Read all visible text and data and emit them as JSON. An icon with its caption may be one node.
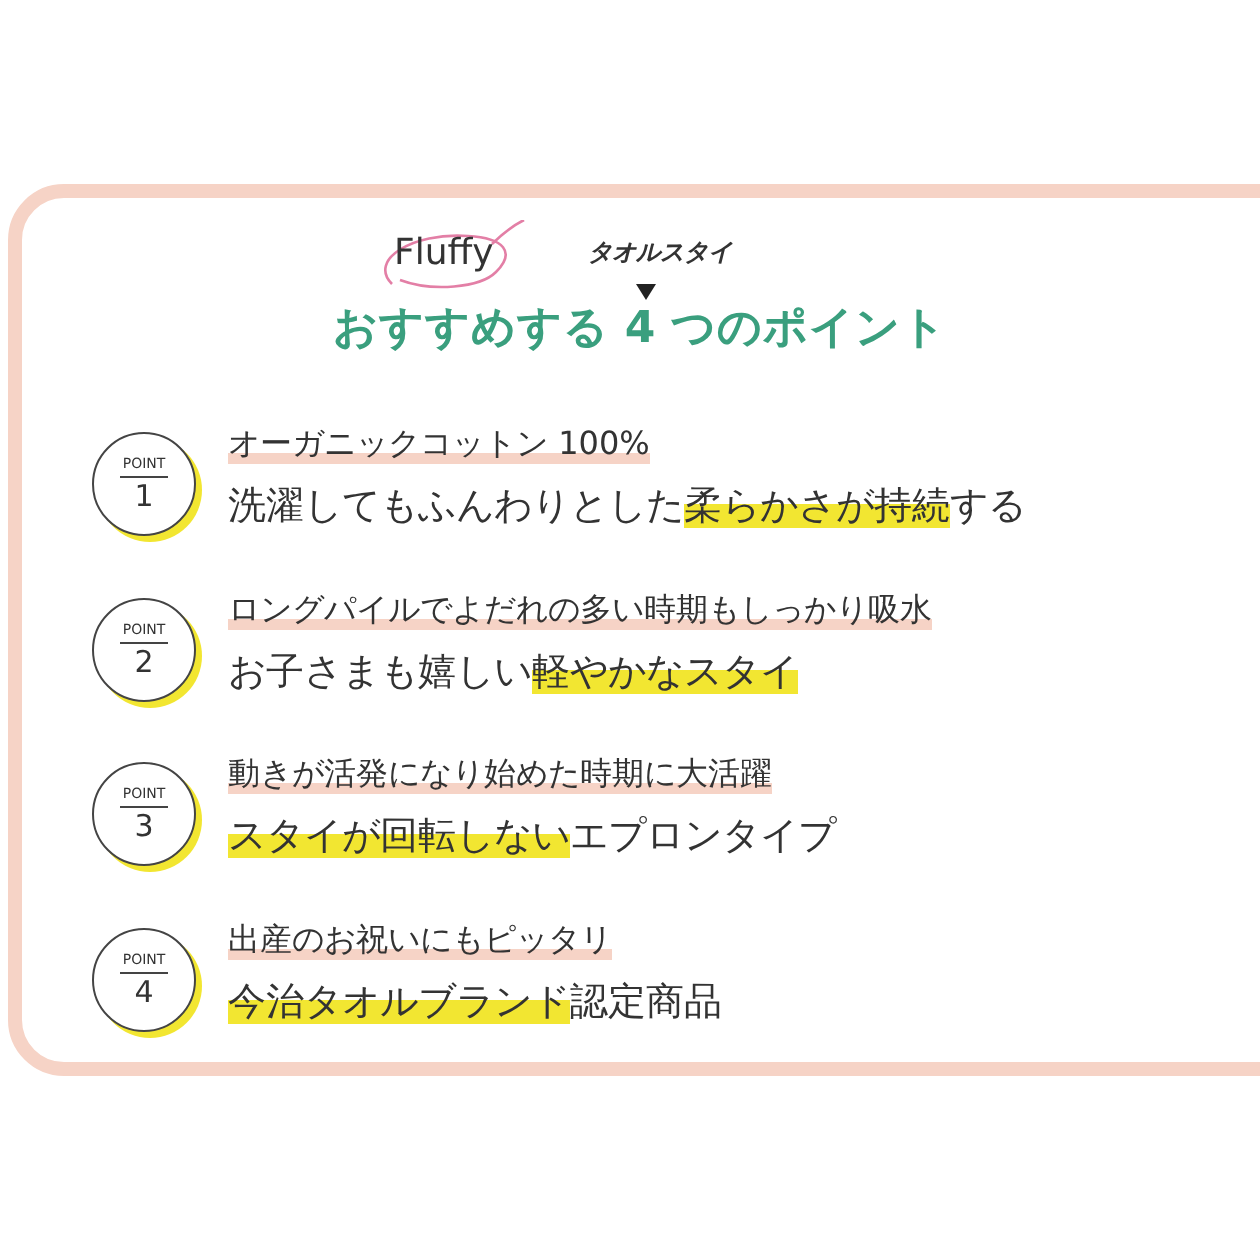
{
  "diagram": {
    "title": "おすすめする 4 つのポイント",
    "nodes": [
      {
        "text": [
          "POINT",
          "1"
        ],
        "beside": [
          "オーガニックコットン 100%",
          "洗濯してもふんわりとした**柔らかさが持続**する"
        ]
      },
      {
        "text": [
          "POINT",
          "2"
        ],
        "beside": [
          "ロングパイルでよだれの多い時期もしっかり吸水",
          "お子さまも嬉しい**軽やかなスタイ**"
        ]
      },
      {
        "text": [
          "POINT",
          "3"
        ],
        "beside": [
          "動きが活発になり始めた時期に大活躍",
          "**スタイが回転しない**エプロンタイプ"
        ]
      },
      {
        "text": [
          "POINT",
          "4"
        ],
        "beside": [
          "出産のお祝いにもピッタリ",
          "**今治タオルブランド**認定商品"
        ]
      }
    ],
    "labels": [
      "Fluffy",
      "タオルスタイ"
    ]
  }
}
